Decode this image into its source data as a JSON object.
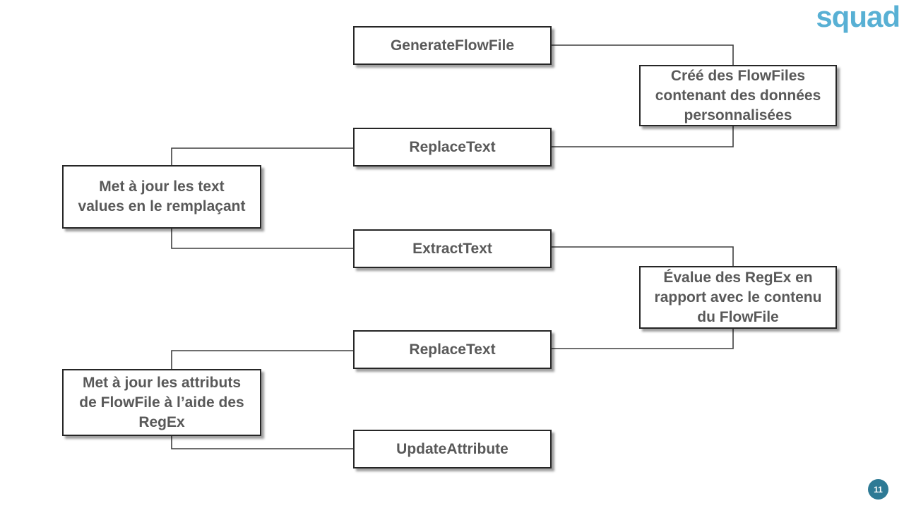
{
  "logo": {
    "text": "squad",
    "color": "#58B0D4"
  },
  "page": {
    "number": "11",
    "badge_color": "#2E7A95"
  },
  "colors": {
    "box_border": "#262626",
    "box_text": "#595959",
    "connector": "#3F3F3F",
    "background": "#FFFFFF"
  },
  "diagram": {
    "processors": [
      {
        "label": "GenerateFlowFile"
      },
      {
        "label": "ReplaceText"
      },
      {
        "label": "ExtractText"
      },
      {
        "label": "ReplaceText"
      },
      {
        "label": "UpdateAttribute"
      }
    ],
    "annotations": [
      {
        "side": "right",
        "label": "Créé des FlowFiles\ncontenant des données\npersonnalisées"
      },
      {
        "side": "left",
        "label": "Met à jour les text\nvalues en le remplaçant"
      },
      {
        "side": "right",
        "label": "Évalue des RegEx en\nrapport avec le contenu\ndu FlowFile"
      },
      {
        "side": "left",
        "label": "Met à jour les attributs\nde FlowFile à l’aide des\nRegEx"
      }
    ]
  }
}
